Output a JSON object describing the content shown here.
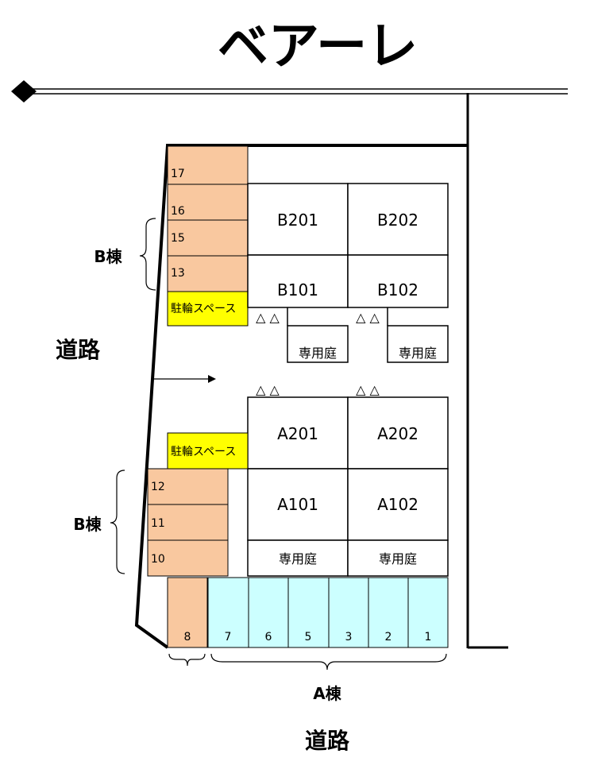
{
  "title": "ベアーレ",
  "roads": {
    "left": "道路",
    "bottom": "道路"
  },
  "buildings": {
    "b_upper": "B棟",
    "b_lower": "B棟",
    "a": "A棟"
  },
  "units": {
    "b201": "B201",
    "b202": "B202",
    "b101": "B101",
    "b102": "B102",
    "a201": "A201",
    "a202": "A202",
    "a101": "A101",
    "a102": "A102"
  },
  "gardens": {
    "b101": "専用庭",
    "b102": "専用庭",
    "a101": "専用庭",
    "a102": "専用庭"
  },
  "bicycle_parking": {
    "upper": "駐輪スペース",
    "lower": "駐輪スペース"
  },
  "parking": {
    "b_upper": [
      "17",
      "16",
      "15",
      "13"
    ],
    "b_lower": [
      "12",
      "11",
      "10"
    ],
    "single": "8",
    "a": [
      "7",
      "6",
      "5",
      "3",
      "2",
      "1"
    ]
  },
  "entrance_marks": {
    "b101": "△ △",
    "b102": "△ △",
    "a201": "△ △",
    "a202": "△ △"
  },
  "colors": {
    "parking_b": "#f9c89f",
    "parking_a": "#ccffff",
    "bicycle": "#ffff00",
    "line": "#000000"
  }
}
